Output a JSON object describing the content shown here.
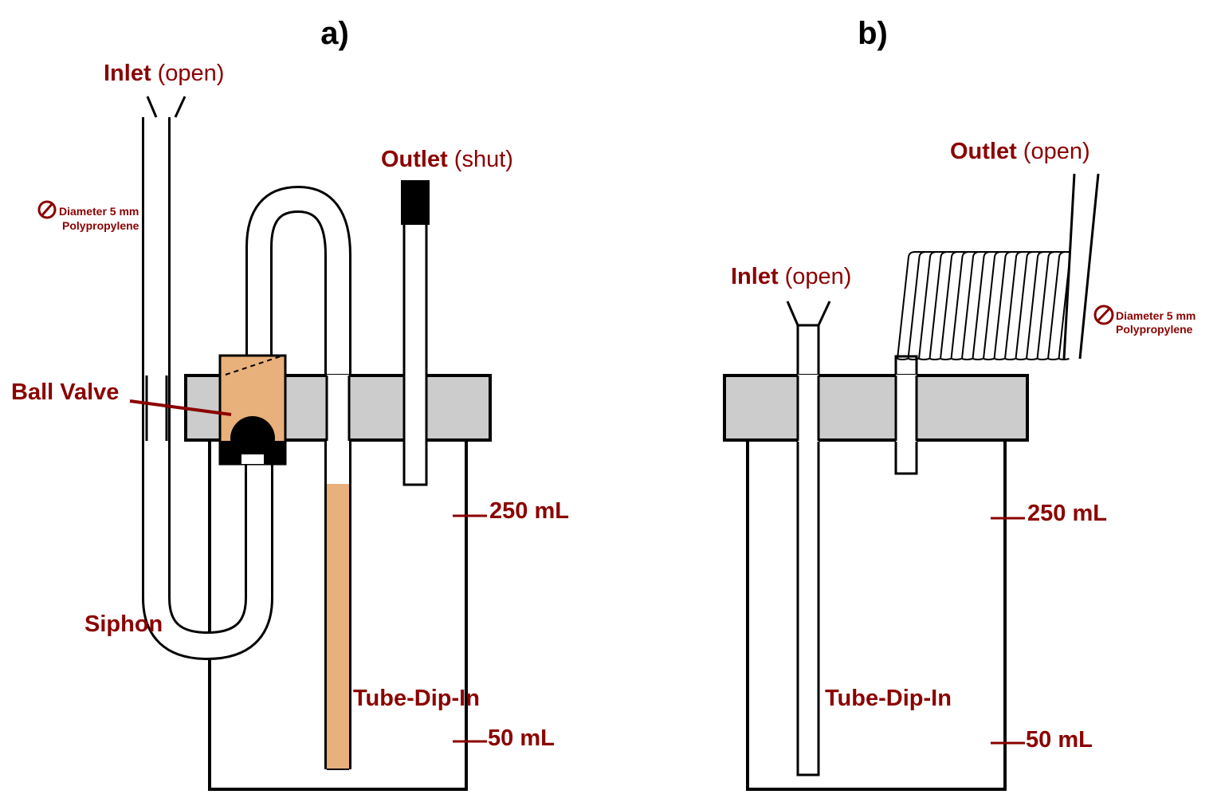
{
  "colors": {
    "label": "#8b0000",
    "lid": "#cccccc",
    "valve": "#e8b07a",
    "dipfill": "#e8b07a",
    "stroke": "#000000"
  },
  "panel_a": {
    "title": "a)",
    "inlet_bold": "Inlet",
    "inlet_state": "(open)",
    "outlet_bold": "Outlet",
    "outlet_state": "(shut)",
    "diameter_line1": "Diameter 5 mm",
    "diameter_line2": "Polypropylene",
    "ball_valve": "Ball Valve",
    "siphon": "Siphon",
    "tube_dip_in": "Tube-Dip-In",
    "mark_250": "250 mL",
    "mark_50": "50 mL"
  },
  "panel_b": {
    "title": "b)",
    "inlet_bold": "Inlet",
    "inlet_state": "(open)",
    "outlet_bold": "Outlet",
    "outlet_state": "(open)",
    "diameter_line1": "Diameter 5 mm",
    "diameter_line2": "Polypropylene",
    "tube_dip_in": "Tube-Dip-In",
    "mark_250": "250 mL",
    "mark_50": "50 mL"
  }
}
